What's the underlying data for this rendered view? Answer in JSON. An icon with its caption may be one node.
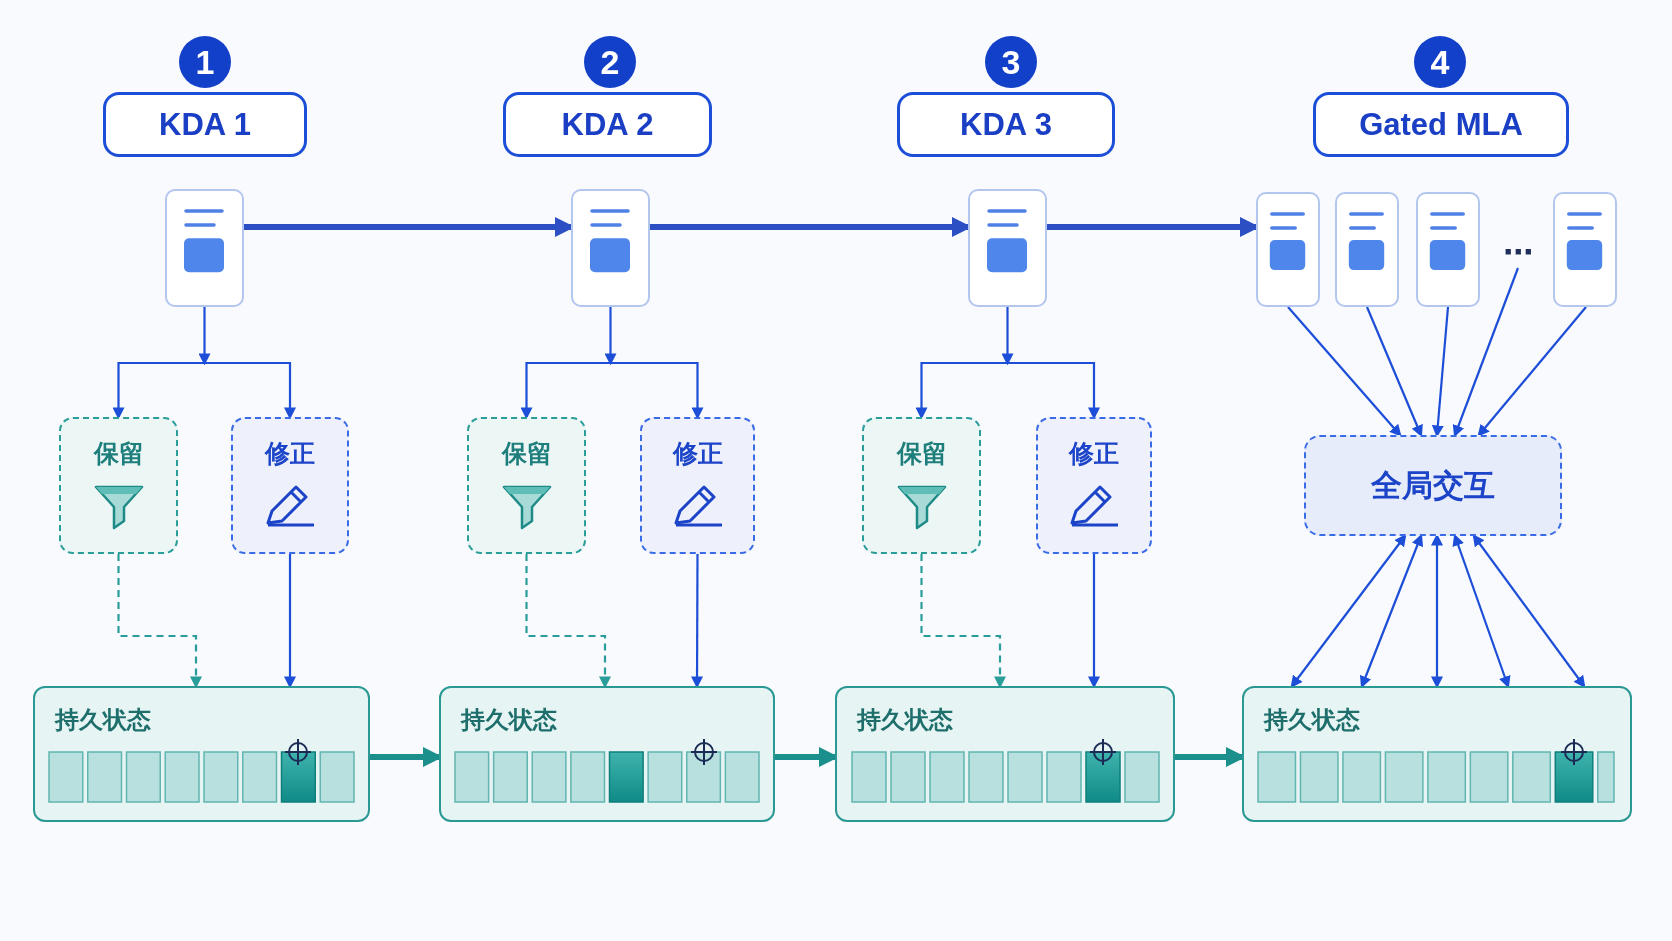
{
  "diagram": {
    "nodes": [
      {
        "text": [
          "1"
        ]
      },
      {
        "text": [
          "2"
        ]
      },
      {
        "text": [
          "3"
        ]
      },
      {
        "text": [
          "4"
        ]
      },
      {
        "text": [
          "KDA 1"
        ]
      },
      {
        "text": [
          "KDA 2"
        ]
      },
      {
        "text": [
          "KDA 3"
        ]
      },
      {
        "text": [
          "Gated MLA"
        ]
      },
      {
        "text": [],
        "shape": "document"
      },
      {
        "text": [],
        "shape": "document"
      },
      {
        "text": [],
        "shape": "document"
      },
      {
        "text": [],
        "shape": "document"
      },
      {
        "text": [],
        "shape": "document"
      },
      {
        "text": [],
        "shape": "document"
      },
      {
        "text": [
          "⋯"
        ]
      },
      {
        "text": [],
        "shape": "document"
      },
      {
        "text": [
          "保留"
        ]
      },
      {
        "text": [
          "修正"
        ]
      },
      {
        "text": [
          "保留"
        ]
      },
      {
        "text": [
          "修正"
        ]
      },
      {
        "text": [
          "保留"
        ]
      },
      {
        "text": [
          "修正"
        ]
      },
      {
        "text": [
          "全局交互"
        ]
      },
      {
        "text": [
          "持久状态"
        ]
      },
      {
        "text": [
          "持久状态"
        ]
      },
      {
        "text": [
          "持久状态"
        ]
      },
      {
        "text": [
          "持久状态"
        ]
      }
    ],
    "edges": [
      {
        "from": 8,
        "to": 9,
        "arrow": "to",
        "style": "thick",
        "color": "#2c4fc4"
      },
      {
        "from": 9,
        "to": 10,
        "arrow": "to",
        "style": "thick",
        "color": "#2c4fc4"
      },
      {
        "from": 10,
        "to": 11,
        "arrow": "to",
        "style": "thick",
        "color": "#2c4fc4"
      },
      {
        "from": 8,
        "to": 16,
        "arrow": "to"
      },
      {
        "from": 8,
        "to": 17,
        "arrow": "to"
      },
      {
        "from": 9,
        "to": 18,
        "arrow": "to"
      },
      {
        "from": 9,
        "to": 19,
        "arrow": "to"
      },
      {
        "from": 10,
        "to": 20,
        "arrow": "to"
      },
      {
        "from": 10,
        "to": 21,
        "arrow": "to"
      },
      {
        "from": 16,
        "to": 23,
        "arrow": "to",
        "style": "dashed",
        "color": "#2a9d9a"
      },
      {
        "from": 18,
        "to": 24,
        "arrow": "to",
        "style": "dashed",
        "color": "#2a9d9a"
      },
      {
        "from": 20,
        "to": 25,
        "arrow": "to",
        "style": "dashed",
        "color": "#2a9d9a"
      },
      {
        "from": 17,
        "to": 23,
        "arrow": "to"
      },
      {
        "from": 19,
        "to": 24,
        "arrow": "to"
      },
      {
        "from": 21,
        "to": 25,
        "arrow": "to"
      },
      {
        "from": 23,
        "to": 24,
        "arrow": "to",
        "style": "thick",
        "color": "#1b8f8b"
      },
      {
        "from": 24,
        "to": 25,
        "arrow": "to",
        "style": "thick",
        "color": "#1b8f8b"
      },
      {
        "from": 25,
        "to": 26,
        "arrow": "to",
        "style": "thick",
        "color": "#1b8f8b"
      },
      {
        "from": 11,
        "to": 22,
        "arrow": "to"
      },
      {
        "from": 12,
        "to": 22,
        "arrow": "to"
      },
      {
        "from": 13,
        "to": 22,
        "arrow": "to"
      },
      {
        "from": 14,
        "to": 22,
        "arrow": "to"
      },
      {
        "from": 15,
        "to": 22,
        "arrow": "to"
      },
      {
        "from": 22,
        "to": 26,
        "arrow": "both"
      },
      {
        "from": 22,
        "to": 26,
        "arrow": "both"
      },
      {
        "from": 22,
        "to": 26,
        "arrow": "both"
      },
      {
        "from": 22,
        "to": 26,
        "arrow": "both"
      },
      {
        "from": 22,
        "to": 26,
        "arrow": "both"
      }
    ]
  }
}
